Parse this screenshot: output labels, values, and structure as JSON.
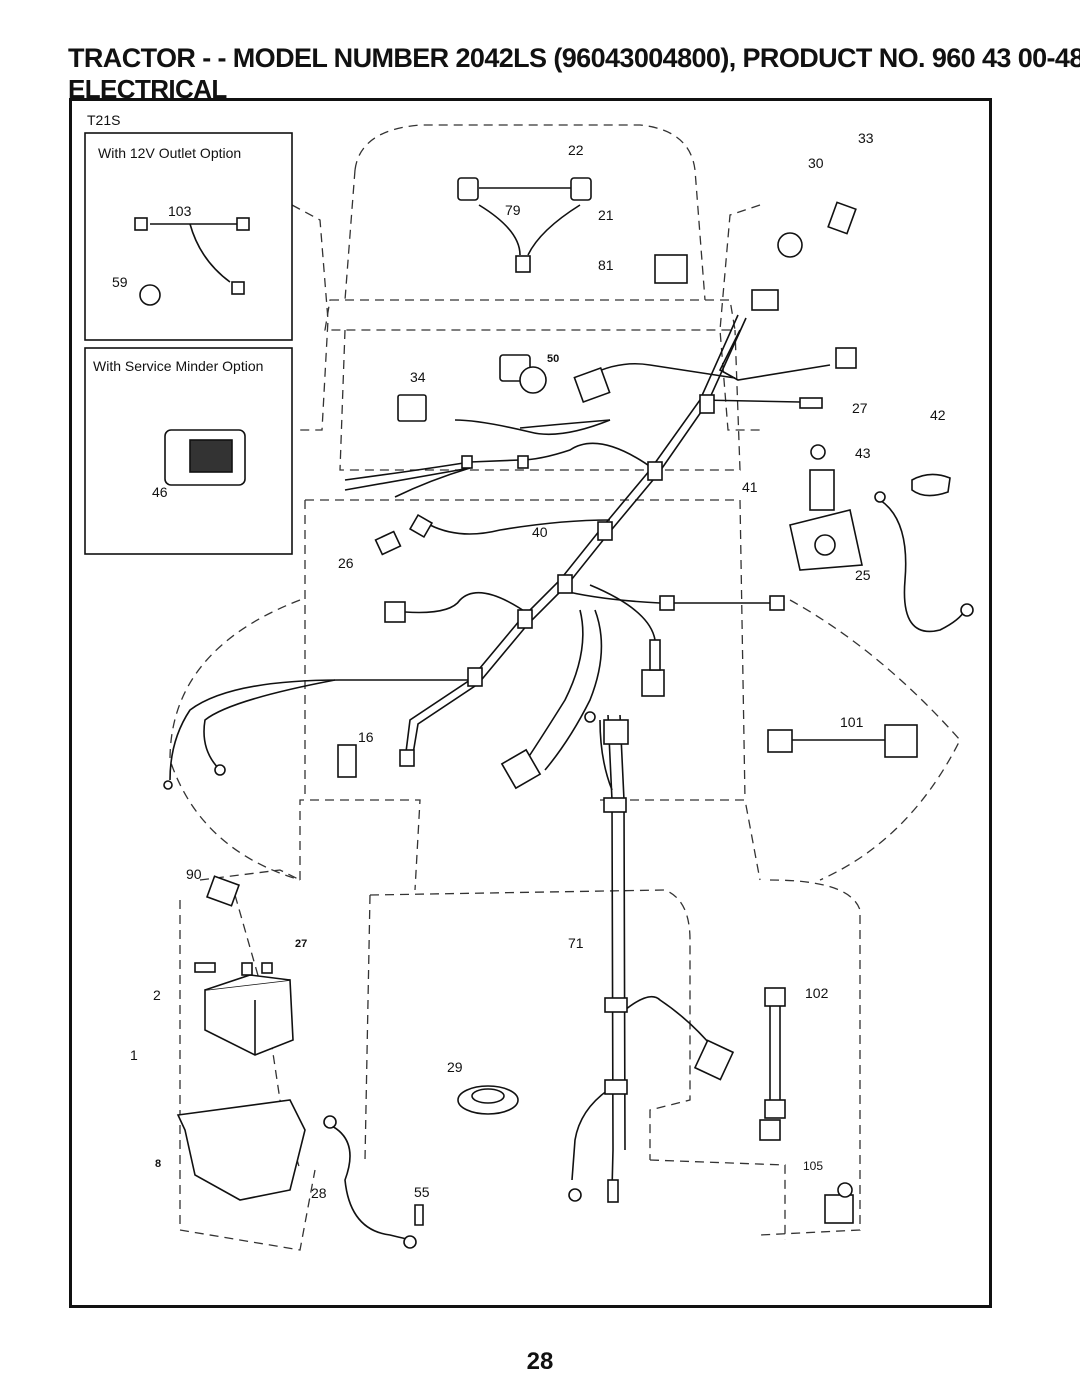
{
  "header": {
    "title": "TRACTOR - - MODEL NUMBER 2042LS (96043004800), PRODUCT NO. 960 43 00-48",
    "subtitle": "ELECTRICAL"
  },
  "diagram": {
    "code": "T21S",
    "inset_12v_caption": "With 12V Outlet Option",
    "inset_service_caption": "With Service Minder Option",
    "part_labels": {
      "p1": "1",
      "p2": "2",
      "p8": "8",
      "p16": "16",
      "p21": "21",
      "p22": "22",
      "p25": "25",
      "p26": "26",
      "p27a": "27",
      "p27b": "27",
      "p28": "28",
      "p29": "29",
      "p30": "30",
      "p33": "33",
      "p34": "34",
      "p40": "40",
      "p41": "41",
      "p42": "42",
      "p43": "43",
      "p46": "46",
      "p50": "50",
      "p55": "55",
      "p59": "59",
      "p71": "71",
      "p79": "79",
      "p81": "81",
      "p90": "90",
      "p101": "101",
      "p102": "102",
      "p103": "103",
      "p105": "105"
    }
  },
  "footer": {
    "page_number": "28"
  }
}
